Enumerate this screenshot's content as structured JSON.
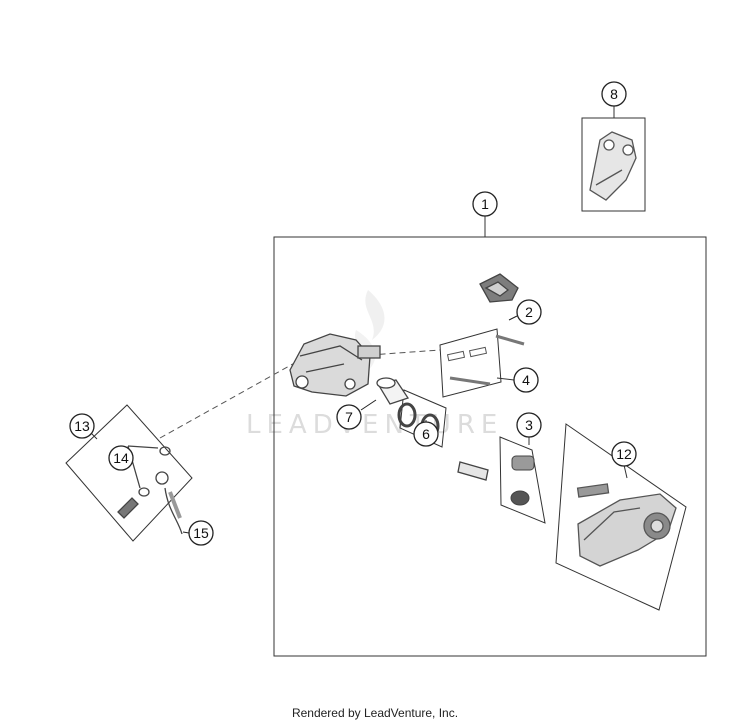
{
  "diagram": {
    "callouts": {
      "c1": "1",
      "c2": "2",
      "c3": "3",
      "c4": "4",
      "c6": "6",
      "c7": "7",
      "c8": "8",
      "c12": "12",
      "c13": "13",
      "c14": "14",
      "c15": "15"
    },
    "watermark": "LEADVENTURE",
    "footer": "Rendered by LeadVenture, Inc."
  }
}
